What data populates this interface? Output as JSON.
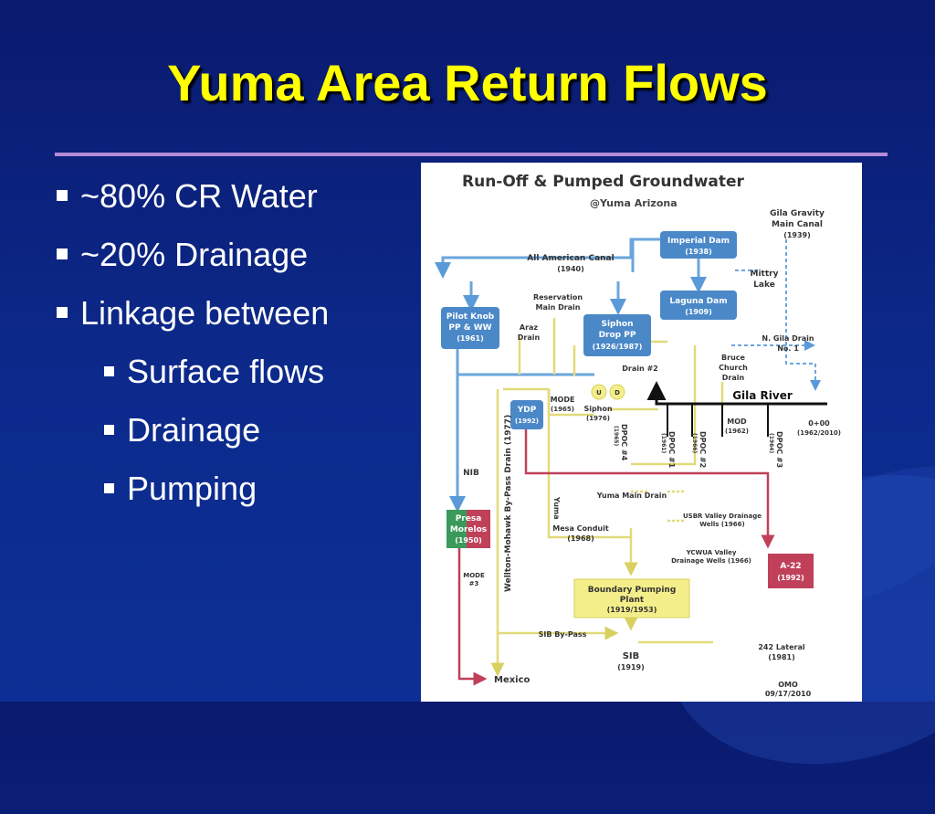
{
  "slide": {
    "title": "Yuma Area Return Flows",
    "bullets": [
      "~80% CR Water",
      "~20% Drainage",
      "Linkage between"
    ],
    "sub_bullets": [
      "Surface flows",
      "Drainage",
      "Pumping"
    ]
  },
  "diagram": {
    "title": "Run-Off & Pumped Groundwater",
    "subtitle": "@Yuma Arizona",
    "gila_gravity": [
      "Gila Gravity",
      "Main Canal",
      "(1939)"
    ],
    "imperial_dam": [
      "Imperial Dam",
      "(1938)"
    ],
    "all_american": [
      "All American Canal",
      "(1940)"
    ],
    "mittry": [
      "Mittry",
      "Lake"
    ],
    "reservation": [
      "Reservation",
      "Main Drain"
    ],
    "laguna": [
      "Laguna Dam",
      "(1909)"
    ],
    "pilot_knob": [
      "Pilot Knob",
      "PP & WW",
      "(1961)"
    ],
    "araz": [
      "Araz",
      "Drain"
    ],
    "siphon_drop": [
      "Siphon",
      "Drop PP",
      "(1926/1987)"
    ],
    "n_gila": [
      "N. Gila Drain",
      "No. 1"
    ],
    "bruce": [
      "Bruce",
      "Church",
      "Drain"
    ],
    "drain2": "Drain #2",
    "u_label": "U",
    "d_label": "D",
    "gila_river": "Gila River",
    "mode1": [
      "MODE",
      "(1965)"
    ],
    "siphon": [
      "Siphon",
      "(1976)"
    ],
    "ydp": [
      "YDP",
      "(1992)"
    ],
    "mod": [
      "MOD",
      "(1962)"
    ],
    "zero": [
      "0+00",
      "(1962/2010)"
    ],
    "dpoc4": [
      "DPOC #4",
      "(1965)"
    ],
    "dpoc1": [
      "DPOC #1",
      "(1961)"
    ],
    "dpoc2": [
      "DPOC #2",
      "(1966)"
    ],
    "dpoc3": [
      "DPOC #3",
      "(1964)"
    ],
    "nib": "NIB",
    "wellton": "Wellton-Mohawk By-Pass Drain (1977)",
    "yuma_vert": "Yuma",
    "yuma_main": "Yuma Main Drain",
    "usbr": [
      "USBR Valley Drainage",
      "Wells (1966)"
    ],
    "presa": [
      "Presa",
      "Morelos",
      "(1950)"
    ],
    "mesa": [
      "Mesa Conduit",
      "(1968)"
    ],
    "ycwua": [
      "YCWUA Valley",
      "Drainage Wells (1966)"
    ],
    "a22": [
      "A-22",
      "(1992)"
    ],
    "mode3": [
      "MODE",
      "#3"
    ],
    "boundary": [
      "Boundary Pumping",
      "Plant",
      "(1919/1953)"
    ],
    "sib_bypass": "SIB By-Pass",
    "lateral": [
      "242 Lateral",
      "(1981)"
    ],
    "sib": [
      "SIB",
      "(1919)"
    ],
    "mexico": "Mexico",
    "omo": [
      "OMO",
      "09/17/2010"
    ]
  },
  "colors": {
    "background": "#0c2a8c",
    "title": "#ffff00",
    "rule": "#b58ad6",
    "box_blue": "#4a88c8",
    "flow_yellow": "#e8e27a",
    "flow_red": "#c0405a",
    "box_green": "#3a9a5a",
    "box_yellow": "#f4ee8a"
  }
}
